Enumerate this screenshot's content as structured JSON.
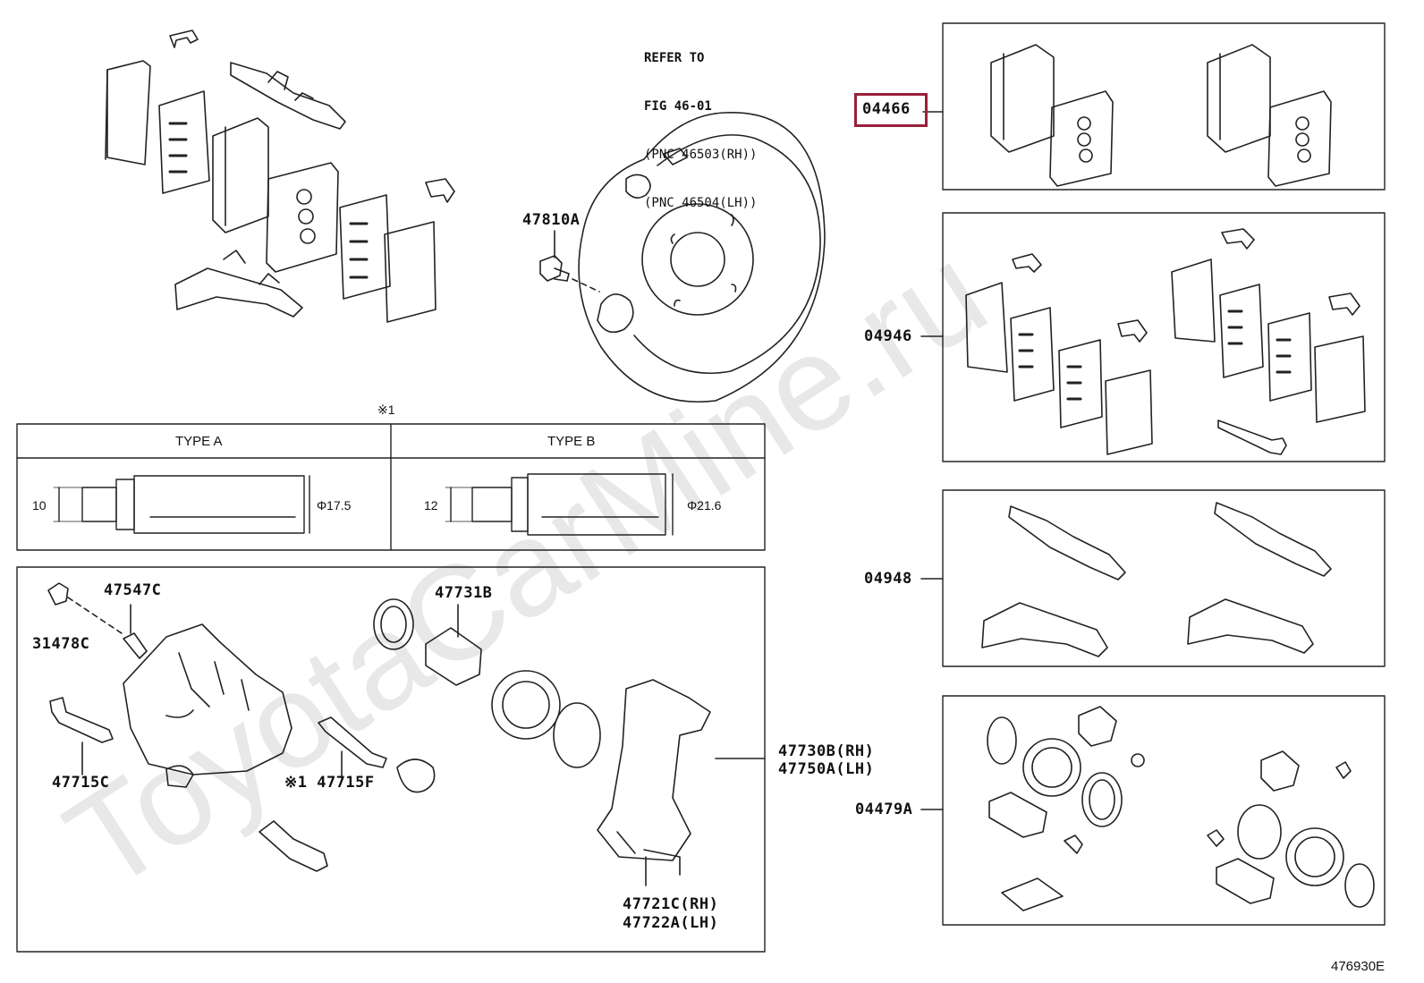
{
  "refer": {
    "line1": "REFER TO",
    "line2": "FIG 46-01",
    "line3": "(PNC 46503(RH))",
    "line4": "(PNC 46504(LH))"
  },
  "labels": {
    "p47810A": "47810A",
    "p04466": "04466",
    "p04946": "04946",
    "p04948": "04948",
    "p04479A": "04479A",
    "p47547C": "47547C",
    "p31478C": "31478C",
    "p47731B": "47731B",
    "p47715C": "47715C",
    "p47715F": "※1 47715F",
    "p47730B": "47730B(RH)",
    "p47750A": "47750A(LH)",
    "p47721C": "47721C(RH)",
    "p47722A": "47722A(LH)"
  },
  "table": {
    "note": "※1",
    "type_a": "TYPE A",
    "type_b": "TYPE B",
    "a_len": "10",
    "a_dia": "Φ17.5",
    "b_len": "12",
    "b_dia": "Φ21.6"
  },
  "watermark": "ToyotaCarMine.ru",
  "figure_code": "476930E",
  "colors": {
    "highlight": "#9b1f3a",
    "line": "#222222",
    "watermark": "#e6e6e6"
  }
}
